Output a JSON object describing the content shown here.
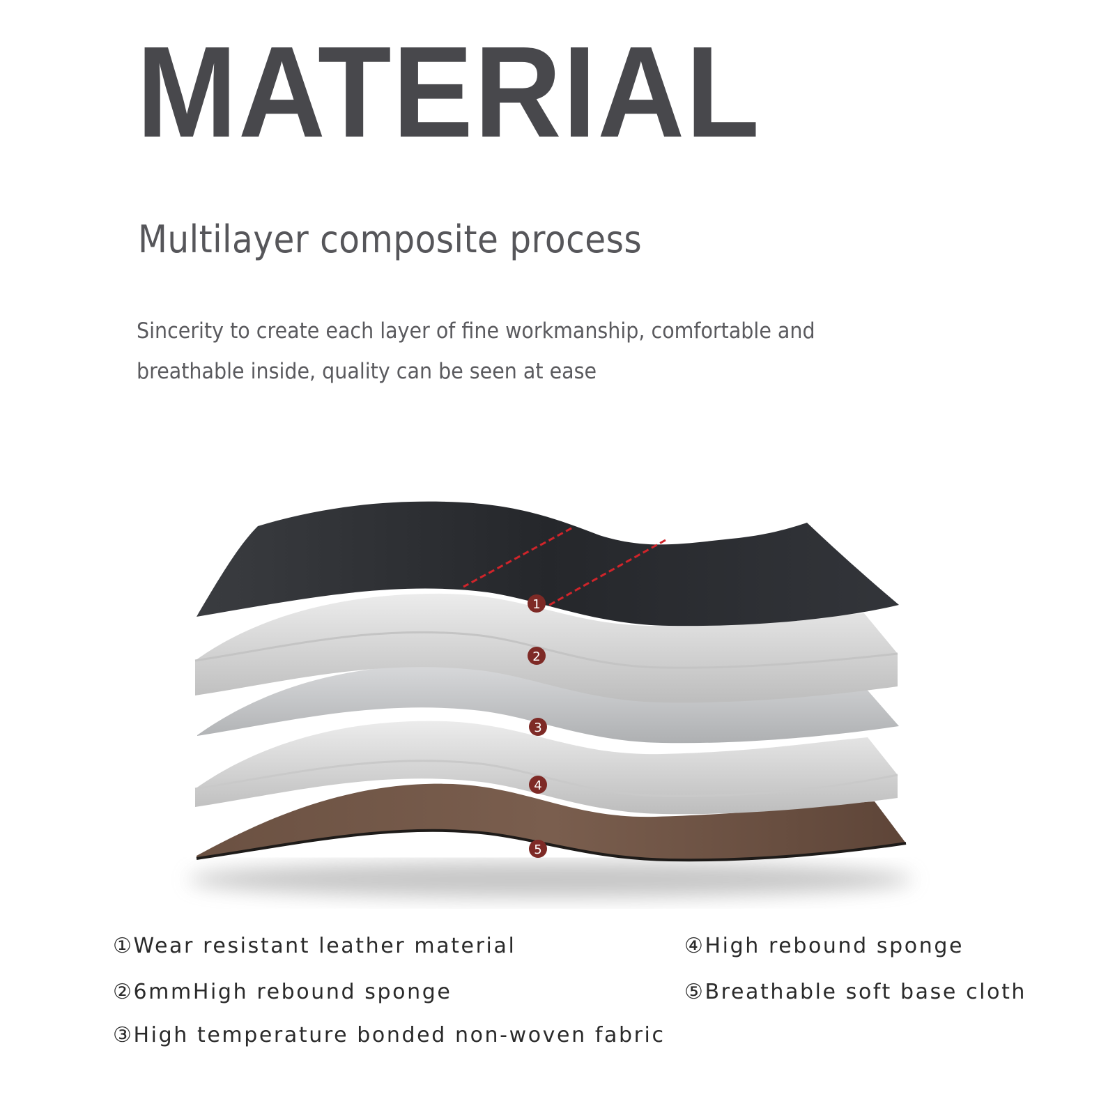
{
  "header": {
    "title": "MATERIAL",
    "subtitle": "Multilayer composite process",
    "description_line1": "Sincerity to create each layer of fine workmanship, comfortable and",
    "description_line2": "breathable inside, quality can be seen at ease"
  },
  "illustration": {
    "markers": [
      "1",
      "2",
      "3",
      "4",
      "5"
    ],
    "colors": {
      "leather": "#2d2f33",
      "stitch": "#d0242a",
      "sponge": "#d9d9d9",
      "nonwoven": "#c6c7c9",
      "base_cloth": "#6f5445",
      "marker": "#7e2a26"
    }
  },
  "legend": {
    "item1": "①Wear resistant leather material",
    "item2": "②6mmHigh rebound sponge",
    "item3": "③High temperature bonded non-woven fabric",
    "item4": "④High rebound sponge",
    "item5": "⑤Breathable soft base cloth"
  }
}
